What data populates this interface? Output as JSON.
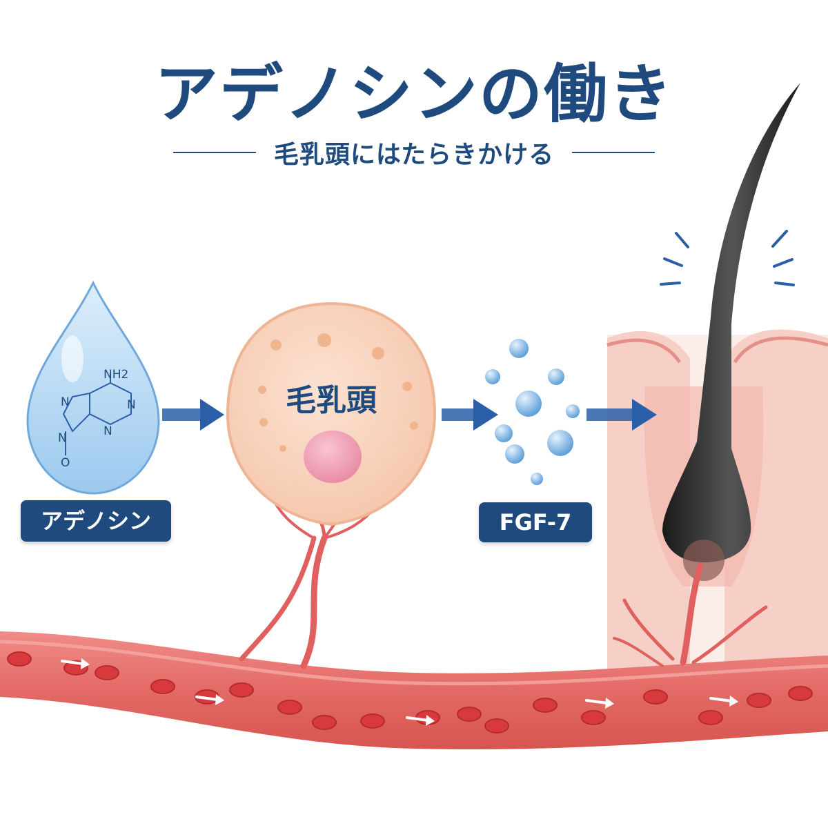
{
  "title": "アデノシンの働き",
  "subtitle": "毛乳頭にはたらきかける",
  "labels": {
    "adenosine": "アデノシン",
    "dermal_papilla": "毛乳頭",
    "fgf7": "FGF-7"
  },
  "molecule": {
    "nh2": "NH2",
    "n": "N",
    "o": "O"
  },
  "colors": {
    "navy": "#1f4a7e",
    "arrow_blue": "#2a5fa8",
    "vessel_red": "#e0605f",
    "blood_cell": "#d8393c",
    "hair": "#2a2a2a",
    "skin": "#f6cfc6"
  }
}
